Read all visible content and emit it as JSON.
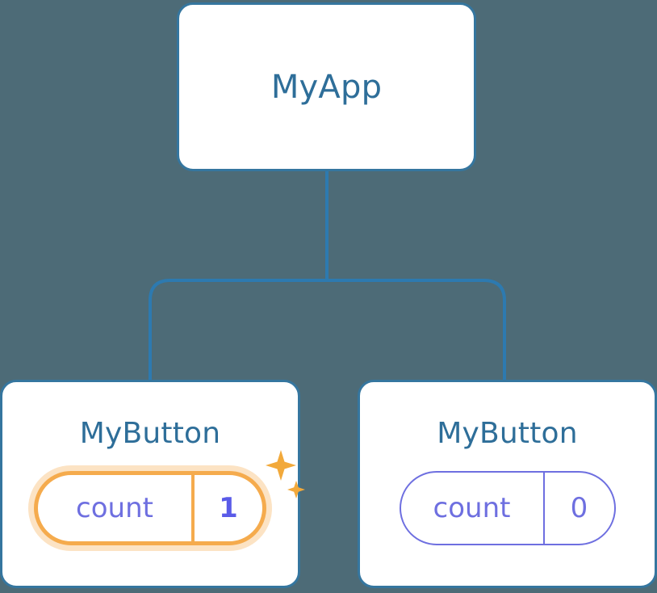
{
  "diagram": {
    "type": "component-tree",
    "background_color": "#4d6b77",
    "edge_color": "#2d7ab0",
    "node_border_color": "#35769f",
    "title_color": "#2e6e99",
    "state_color": "#6e6fe0",
    "highlight_color": "#f5ab4d"
  },
  "root": {
    "title": "MyApp"
  },
  "children": [
    {
      "title": "MyButton",
      "state": {
        "key": "count",
        "value": "1"
      },
      "highlighted": true,
      "sparkle_icons": [
        "sparkle-large",
        "sparkle-small"
      ]
    },
    {
      "title": "MyButton",
      "state": {
        "key": "count",
        "value": "0"
      },
      "highlighted": false
    }
  ]
}
